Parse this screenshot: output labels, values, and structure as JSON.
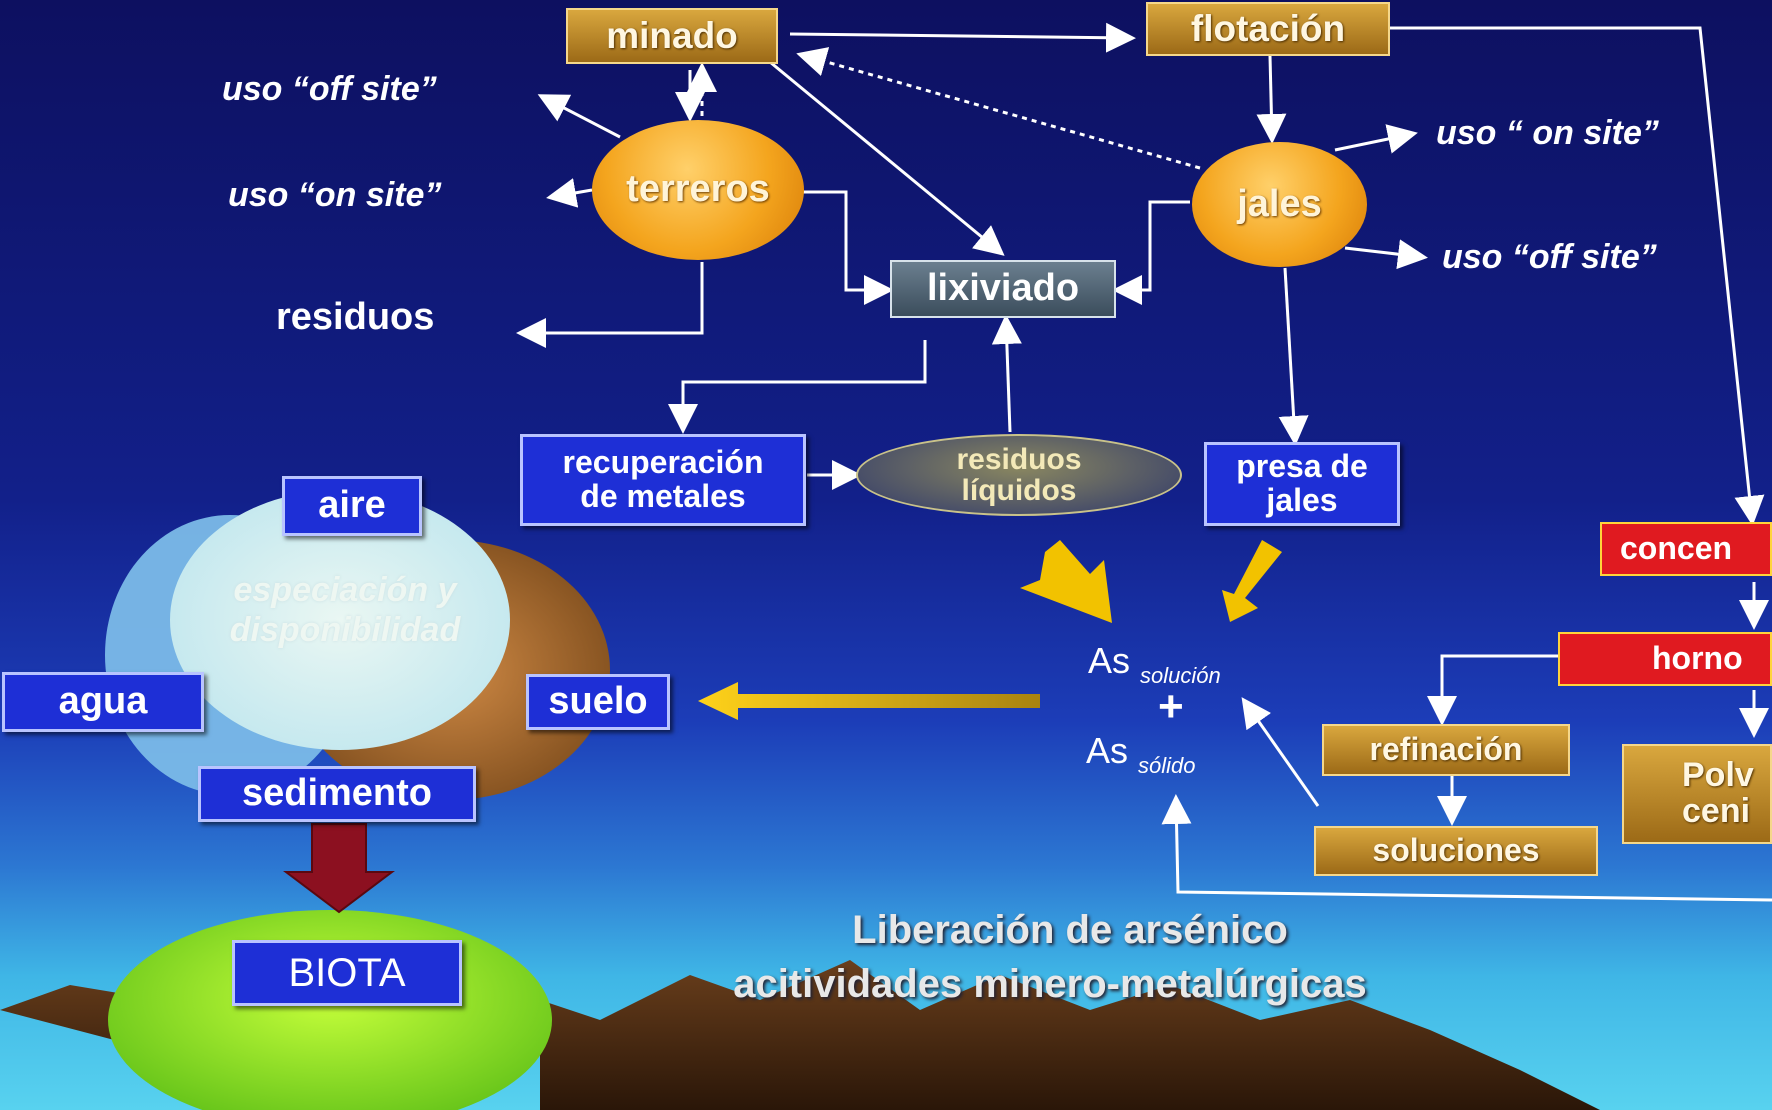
{
  "diagram": {
    "boxes": {
      "minado": "minado",
      "flotacion": "flotación",
      "lixiviado": "lixiviado",
      "recuperacion_line1": "recuperación",
      "recuperacion_line2": "de metales",
      "presa_line1": "presa de",
      "presa_line2": "jales",
      "residuos_liquidos_line1": "residuos",
      "residuos_liquidos_line2": "líquidos",
      "concentrado": "concen",
      "horno": "horno",
      "refinacion": "refinación",
      "soluciones": "soluciones",
      "polvos_line1": "Polv",
      "polvos_line2": "ceni",
      "aire": "aire",
      "agua": "agua",
      "suelo": "suelo",
      "sedimento": "sedimento",
      "biota": "BIOTA"
    },
    "nodes": {
      "terreros": "terreros",
      "jales": "jales"
    },
    "labels": {
      "uso_off_site_left": "uso “off site”",
      "uso_on_site_left": "uso “on site”",
      "residuos": "residuos",
      "uso_on_site_right": "uso “ on site”",
      "uso_off_site_right": "uso “off site”",
      "especiacion_line1": "especiación y",
      "especiacion_line2": "disponibilidad"
    },
    "arsenic": {
      "symbol_top": "As",
      "sub_top": "solución",
      "plus": "+",
      "symbol_bottom": "As",
      "sub_bottom": "sólido"
    },
    "caption_line1": "Liberación de arsénico",
    "caption_line2": "acitividades minero-metalúrgicas"
  },
  "colors": {
    "gold_box": "#c48a2a",
    "blue_box": "#1e2fd6",
    "red_box": "#e01a20",
    "orb": "#f4a51e",
    "biota": "#8fe023",
    "arrow_yellow": "#f2c200",
    "arrow_red": "#8c1020"
  }
}
